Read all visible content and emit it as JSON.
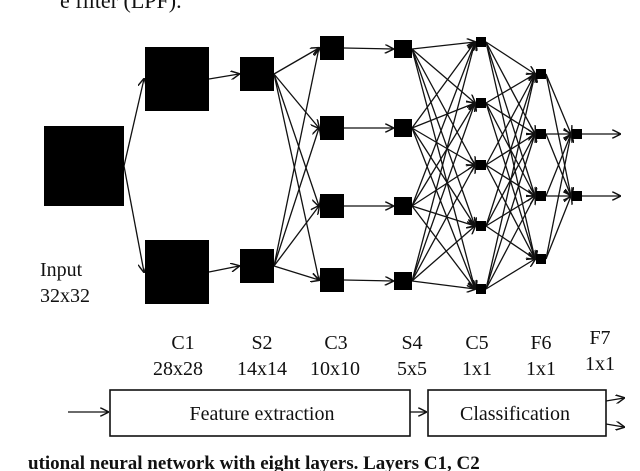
{
  "top_caption": "e filter (LPF).",
  "bottom_caption": "utional  neural  network  with  eight  layers.  Layers  C1,  C2",
  "input_label": {
    "line1": "Input",
    "line2": "32x32"
  },
  "layers": [
    {
      "id": "C1",
      "name": "C1",
      "size": "28x28"
    },
    {
      "id": "S2",
      "name": "S2",
      "size": "14x14"
    },
    {
      "id": "C3",
      "name": "C3",
      "size": "10x10"
    },
    {
      "id": "S4",
      "name": "S4",
      "size": "5x5"
    },
    {
      "id": "C5",
      "name": "C5",
      "size": "1x1"
    },
    {
      "id": "F6",
      "name": "F6",
      "size": "1x1"
    },
    {
      "id": "F7",
      "name": "F7",
      "size": "1x1"
    }
  ],
  "stages": {
    "feature_extraction": "Feature extraction",
    "classification": "Classification"
  }
}
